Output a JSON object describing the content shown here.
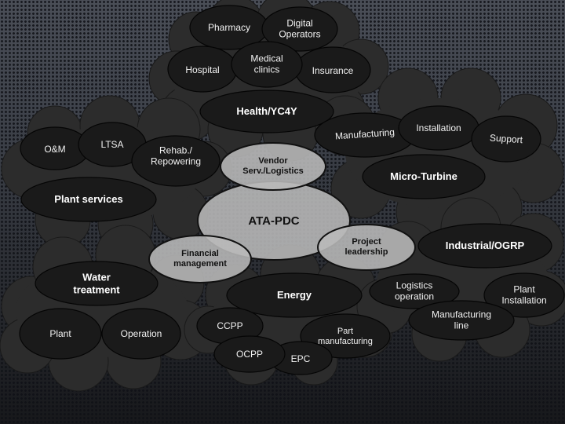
{
  "diagram": {
    "center": {
      "label": "ATA-PDC"
    },
    "connectors": [
      {
        "label": "Vendor\nServ./Logistics"
      },
      {
        "label": "Financial\nmanagement"
      },
      {
        "label": "Project\nleadership"
      }
    ],
    "clusters": {
      "health": {
        "title": "Health/YC4Y",
        "items": [
          "Pharmacy",
          "Digital\nOperators",
          "Hospital",
          "Medical\nclinics",
          "Insurance"
        ]
      },
      "plant_services": {
        "title": "Plant services",
        "items": [
          "O&M",
          "LTSA",
          "Rehab./\nRepowering"
        ]
      },
      "micro_turbine": {
        "title": "Micro-Turbine",
        "items": [
          "Manufacturing",
          "Installation",
          "Support"
        ]
      },
      "water_treatment": {
        "title": "Water\ntreatment",
        "items": [
          "Plant",
          "Operation"
        ]
      },
      "energy": {
        "title": "Energy",
        "items": [
          "CCPP",
          "OCPP",
          "EPC",
          "Part\nmanufacturing"
        ]
      },
      "industrial": {
        "title": "Industrial/OGRP",
        "items": [
          "Logistics\noperation",
          "Plant\nInstallation",
          "Manufacturing\nline"
        ]
      }
    }
  }
}
